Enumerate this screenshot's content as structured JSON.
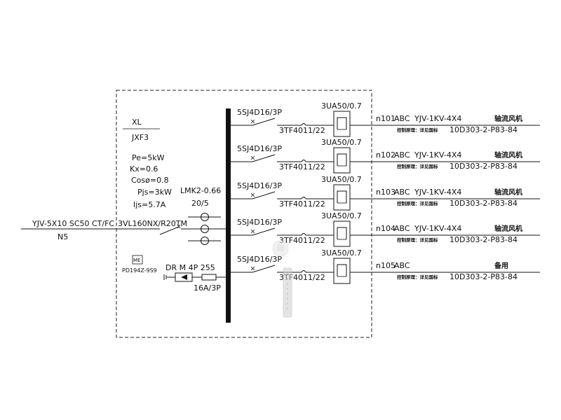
{
  "panel": {
    "name_label": "XL",
    "code": "JXF3",
    "pe": "Pe=5kW",
    "kx": "Kx=0.6",
    "cos": "Cosø=0.8",
    "pjs": "Pjs=3kW",
    "ijs": "Ijs=5.7A"
  },
  "incoming": {
    "cable": "YJV-5X10 SC50 CT/FC",
    "breaker": "3VL160NX/R20TM",
    "source": "N5",
    "ct_model": "LMK2-0.66",
    "ct_ratio": "20/5"
  },
  "meter": {
    "badge": "ME",
    "model": "PD194Z-9S9"
  },
  "spd": {
    "label": "DR M 4P 255",
    "fuse": "16A/3P"
  },
  "circuits": [
    {
      "breaker": "5SJ4D16/3P",
      "contactor": "3TF4011/22",
      "relay": "3UA50/0.7",
      "id": "n101",
      "phase": "ABC",
      "cable": "YJV-1KV-4X4",
      "load": "轴流风机",
      "control_note": "控制原理：详见国标",
      "std": "10D303-2-P83-84"
    },
    {
      "breaker": "5SJ4D16/3P",
      "contactor": "3TF4011/22",
      "relay": "3UA50/0.7",
      "id": "n102",
      "phase": "ABC",
      "cable": "YJV-1KV-4X4",
      "load": "轴流风机",
      "control_note": "控制原理：详见国标",
      "std": "10D303-2-P83-84"
    },
    {
      "breaker": "5SJ4D16/3P",
      "contactor": "3TF4011/22",
      "relay": "3UA50/0.7",
      "id": "n103",
      "phase": "ABC",
      "cable": "YJV-1KV-4X4",
      "load": "轴流风机",
      "control_note": "控制原理：详见国标",
      "std": "10D303-2-P83-84"
    },
    {
      "breaker": "5SJ4D16/3P",
      "contactor": "3TF4011/22",
      "relay": "3UA50/0.7",
      "id": "n104",
      "phase": "ABC",
      "cable": "YJV-1KV-4X4",
      "load": "轴流风机",
      "control_note": "控制原理：详见国标",
      "std": "10D303-2-P83-84"
    },
    {
      "breaker": "5SJ4D16/3P",
      "contactor": "3TF4011/22",
      "relay": "3UA50/0.7",
      "id": "n105",
      "phase": "ABC",
      "cable": "",
      "load": "备用",
      "control_note": "控制原理：详见国标",
      "std": "10D303-2-P83-84"
    }
  ]
}
